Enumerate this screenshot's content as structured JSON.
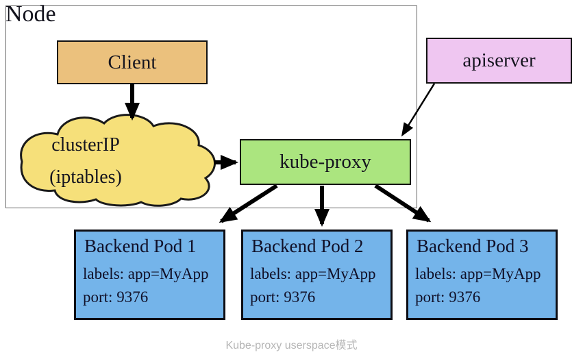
{
  "diagram": {
    "node": {
      "label": "Node"
    },
    "client": {
      "label": "Client"
    },
    "cluster_ip": {
      "line1": "clusterIP",
      "line2": "(iptables)"
    },
    "kube_proxy": {
      "label": "kube-proxy"
    },
    "apiserver": {
      "label": "apiserver"
    },
    "pods": [
      {
        "title": "Backend Pod 1",
        "labels_line": "labels: app=MyApp",
        "port_line": "port: 9376"
      },
      {
        "title": "Backend Pod 2",
        "labels_line": "labels: app=MyApp",
        "port_line": "port: 9376"
      },
      {
        "title": "Backend Pod 3",
        "labels_line": "labels: app=MyApp",
        "port_line": "port: 9376"
      }
    ],
    "caption": "Kube-proxy userspace模式",
    "colors": {
      "client_fill": "#ebc17d",
      "cloud_fill": "#f6e07a",
      "kube_proxy_fill": "#abe57f",
      "apiserver_fill": "#efc6f1",
      "pod_fill": "#74b4ea",
      "arrow": "#000000",
      "node_border": "#666666",
      "caption_text": "#b5b5b5"
    }
  }
}
